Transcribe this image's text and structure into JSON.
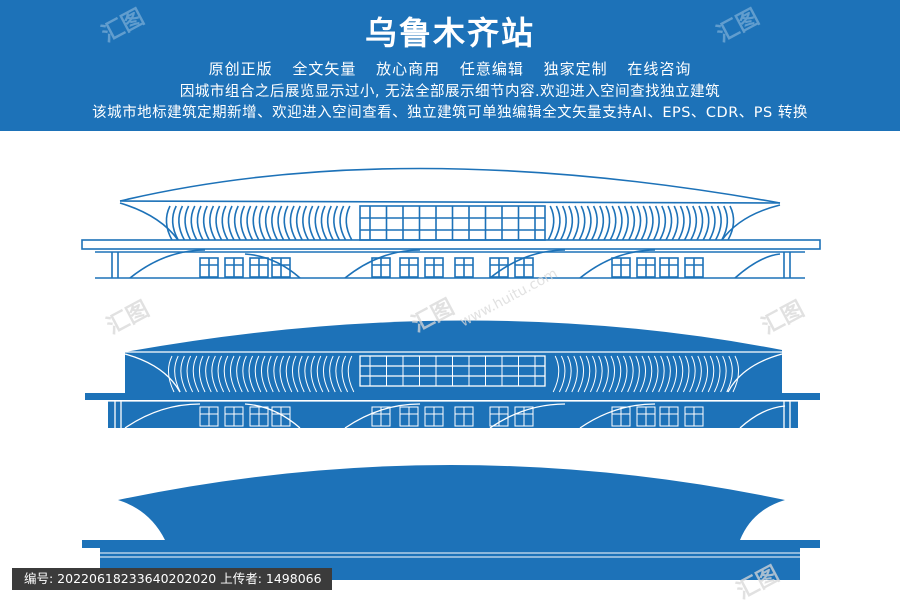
{
  "header": {
    "title": "乌鲁木齐站",
    "line1": "原创正版 全文矢量 放心商用 任意编辑 独家定制 在线咨询",
    "line2": "因城市组合之后展览显示过小, 无法全部展示细节内容.欢迎进入空间查找独立建筑",
    "line3": "该城市地标建筑定期新增、欢迎进入空间查看、独立建筑可单独编辑全文矢量支持AI、EPS、CDR、PS 转换"
  },
  "watermark": {
    "mark": "汇图",
    "site": "www.huitu.com"
  },
  "footer": {
    "text": "编号: 20220618233640202020 上传者: 1498066"
  },
  "colors": {
    "accent": "#1d72b8",
    "background": "#ffffff",
    "footer_bg": "#3b3b3b"
  }
}
